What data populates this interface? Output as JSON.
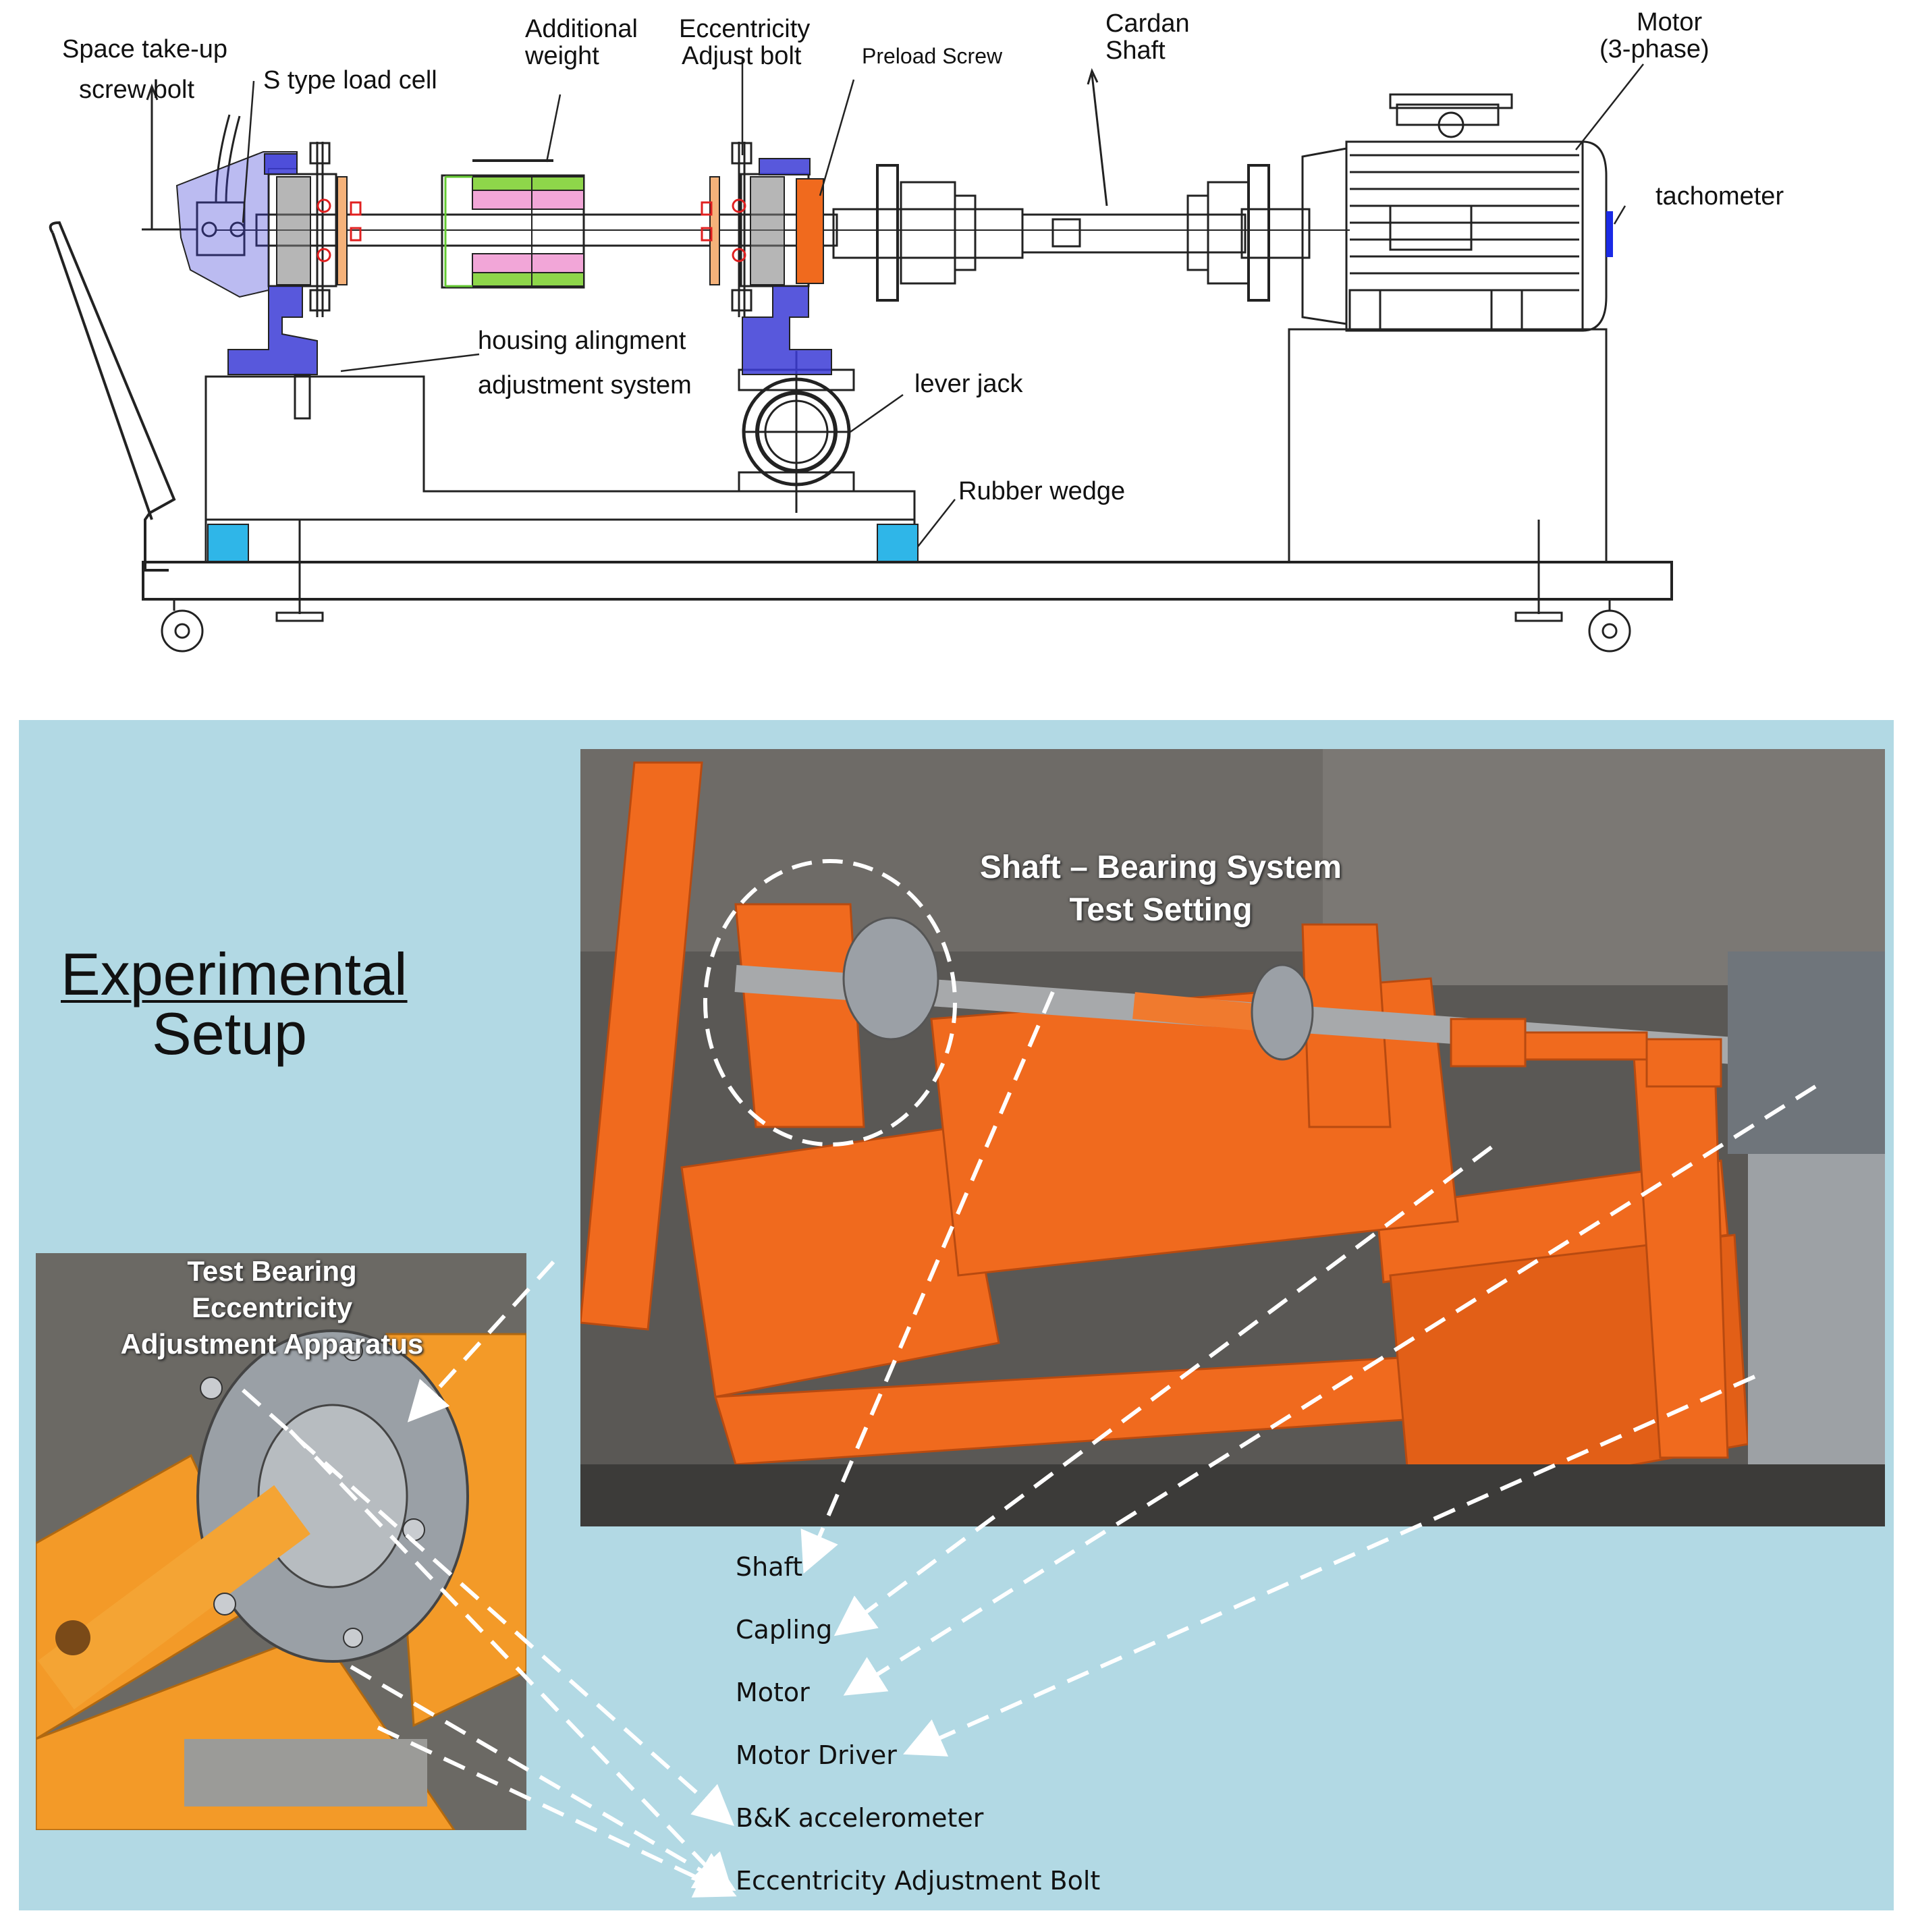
{
  "diagram": {
    "labels": {
      "space_takeup": "Space take-up",
      "screw_bolt": "screw bolt",
      "s_type_load_cell": "S type load cell",
      "additional_weight_1": "Additional",
      "additional_weight_2": "weight",
      "eccentricity_adjust_1": "Eccentricity",
      "eccentricity_adjust_2": "Adjust bolt",
      "preload_screw": "Preload Screw",
      "cardan_1": "Cardan",
      "cardan_2": "Shaft",
      "motor_1": "Motor",
      "motor_2": "(3-phase)",
      "tachometer": "tachometer",
      "housing_1": "housing alingment",
      "housing_2": "adjustment system",
      "lever_jack": "lever jack",
      "rubber_wedge": "Rubber wedge"
    }
  },
  "setup": {
    "title_line1": "Experimental",
    "title_line2": "Setup",
    "photo_main_label_1": "Shaft – Bearing System",
    "photo_main_label_2": "Test Setting",
    "photo_inset_label_1": "Test Bearing",
    "photo_inset_label_2": "Eccentricity",
    "photo_inset_label_3": "Adjustment Apparatus",
    "components": [
      "Shaft",
      "Capling",
      "Motor",
      "Motor Driver",
      "B&K accelerometer",
      "Eccentricity Adjustment Bolt"
    ]
  },
  "colors": {
    "panel_bg": "#b2d9e4",
    "housing_blue": "#3b3bd6",
    "machine_orange": "#f06a1e",
    "weight_green": "#8ed64a",
    "weight_pink": "#f2a6d8",
    "rubber_cyan": "#2fb6e8"
  }
}
